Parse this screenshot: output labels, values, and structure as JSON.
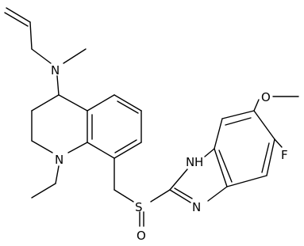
{
  "molecule": {
    "atoms": {
      "N_amine": "N",
      "N_ring": "N",
      "S": "S",
      "O_sulfinyl": "O",
      "NH_imidazole": "N",
      "H_imidazole": "H",
      "N_imidazole": "N",
      "O_methoxy": "O",
      "F": "F"
    }
  }
}
